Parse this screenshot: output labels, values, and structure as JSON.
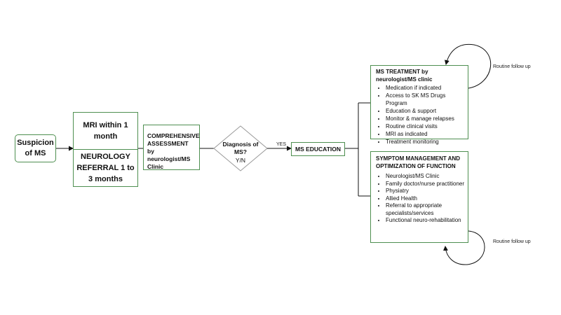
{
  "nodes": {
    "suspicion": "Suspicion of MS",
    "mri": "MRI within 1 month",
    "neurology": "NEUROLOGY REFERRAL 1 to 3 months",
    "assessment": "COMPREHENSIVE ASSESSMENT by neurologist/MS Clinic",
    "diagnosis_q": "Diagnosis of MS?",
    "diagnosis_yn": "Y/N",
    "yes_label": "YES",
    "education": "MS EDUCATION",
    "treatment": {
      "title": "MS TREATMENT by neurologist/MS clinic",
      "items": [
        "Medication if indicated",
        "Access to SK MS Drugs Program",
        "Education & support",
        "Monitor & manage relapses",
        "Routine clinical visits",
        "MRI as indicated",
        "Treatment monitoring"
      ]
    },
    "symptom": {
      "title": "SYMPTOM MANAGEMENT AND OPTIMIZATION OF FUNCTION",
      "items": [
        "Neurologist/MS Clinic",
        "Family doctor/nurse practitioner",
        "Physiatry",
        "Allied Health",
        "Referral to appropriate specialists/services",
        "Functional neuro-rehabilitation"
      ]
    },
    "followup_top": "Routine follow up",
    "followup_bottom": "Routine follow up"
  },
  "colors": {
    "border": "#4e8f50",
    "line": "#111111"
  }
}
